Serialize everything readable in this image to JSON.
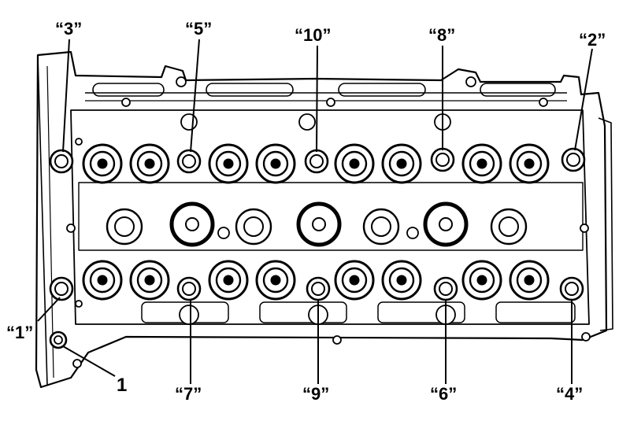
{
  "diagram": {
    "subject": "cylinder head bolt tightening sequence",
    "callouts": {
      "bolt_1": "“1”",
      "bolt_2": "“2”",
      "bolt_3": "“3”",
      "bolt_4": "“4”",
      "bolt_5": "“5”",
      "bolt_6": "“6”",
      "bolt_7": "“7”",
      "bolt_8": "“8”",
      "bolt_9": "“9”",
      "bolt_10": "“10”",
      "part_1": "1"
    },
    "colors": {
      "ink": "#000000",
      "paper": "#ffffff"
    }
  }
}
